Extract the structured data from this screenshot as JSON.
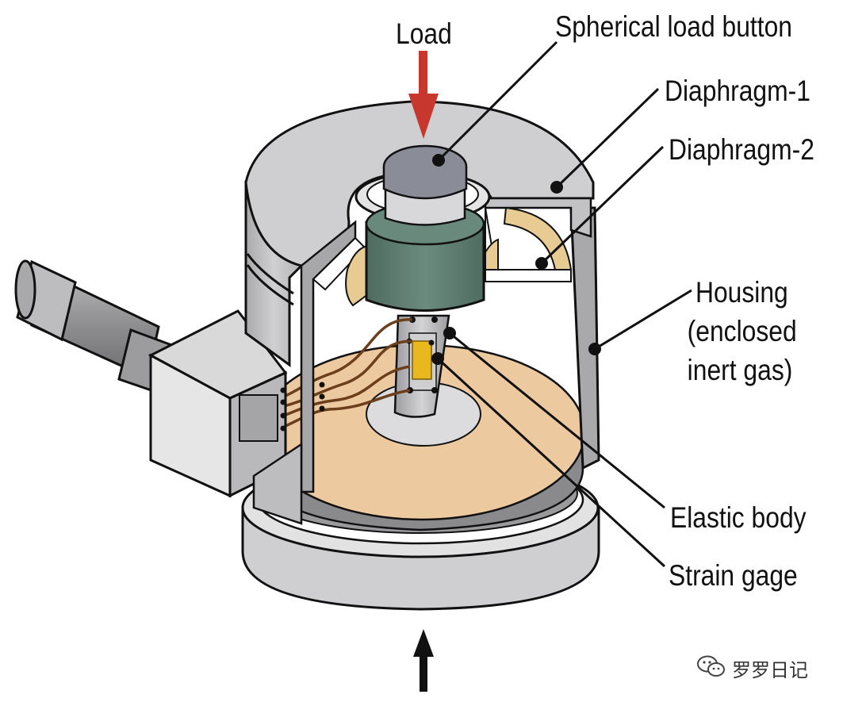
{
  "labels": {
    "load": "Load",
    "spherical_load_button": "Spherical load button",
    "diaphragm_1": "Diaphragm-1",
    "diaphragm_2": "Diaphragm-2",
    "housing_line1": "Housing",
    "housing_line2": "(enclosed",
    "housing_line3": "inert gas)",
    "elastic_body": "Elastic body",
    "strain_gage": "Strain gage"
  },
  "watermark": {
    "icon": "wechat-icon",
    "text": "罗罗日记"
  },
  "colors": {
    "housing": "#c9c9ca",
    "housing_dark": "#8f8f92",
    "load_arrow": "#c8372d",
    "reaction_arrow": "#111111",
    "load_button": "#8a8d97",
    "button_sleeve": "#5c7c70",
    "elastic_body_disc": "#edc9a0",
    "diaphragm_ring": "#e8cb93",
    "strain_gage": "#e8b81e",
    "leader_line": "#111111"
  }
}
